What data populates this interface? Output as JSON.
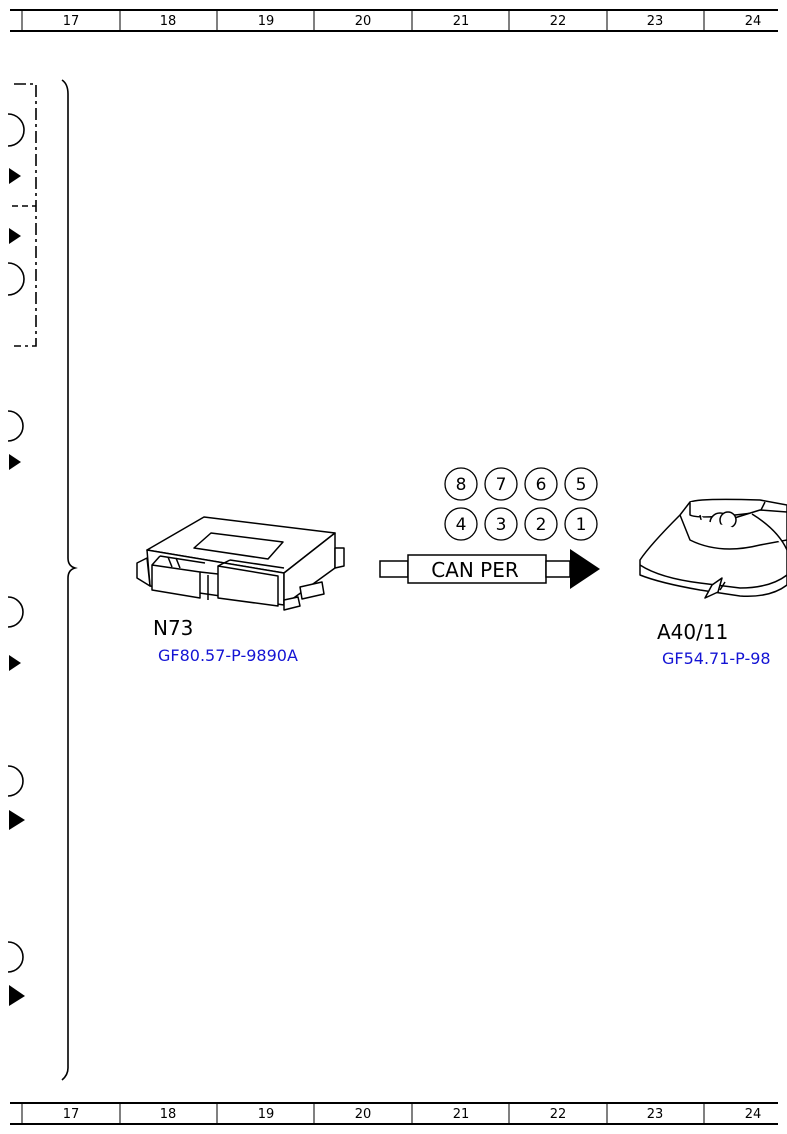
{
  "ruler": {
    "top_labels": [
      "17",
      "18",
      "19",
      "20",
      "21",
      "22",
      "23",
      "24"
    ],
    "bottom_labels": [
      "17",
      "18",
      "19",
      "20",
      "21",
      "22",
      "23",
      "24"
    ]
  },
  "components": {
    "n73": {
      "name": "N73",
      "ref": "GF80.57-P-9890A"
    },
    "a40": {
      "name": "A40/11",
      "ref": "GF54.71-P-98"
    }
  },
  "bus": {
    "label": "CAN PER",
    "pins_top": [
      "8",
      "7",
      "6",
      "5"
    ],
    "pins_bottom": [
      "4",
      "3",
      "2",
      "1"
    ]
  }
}
